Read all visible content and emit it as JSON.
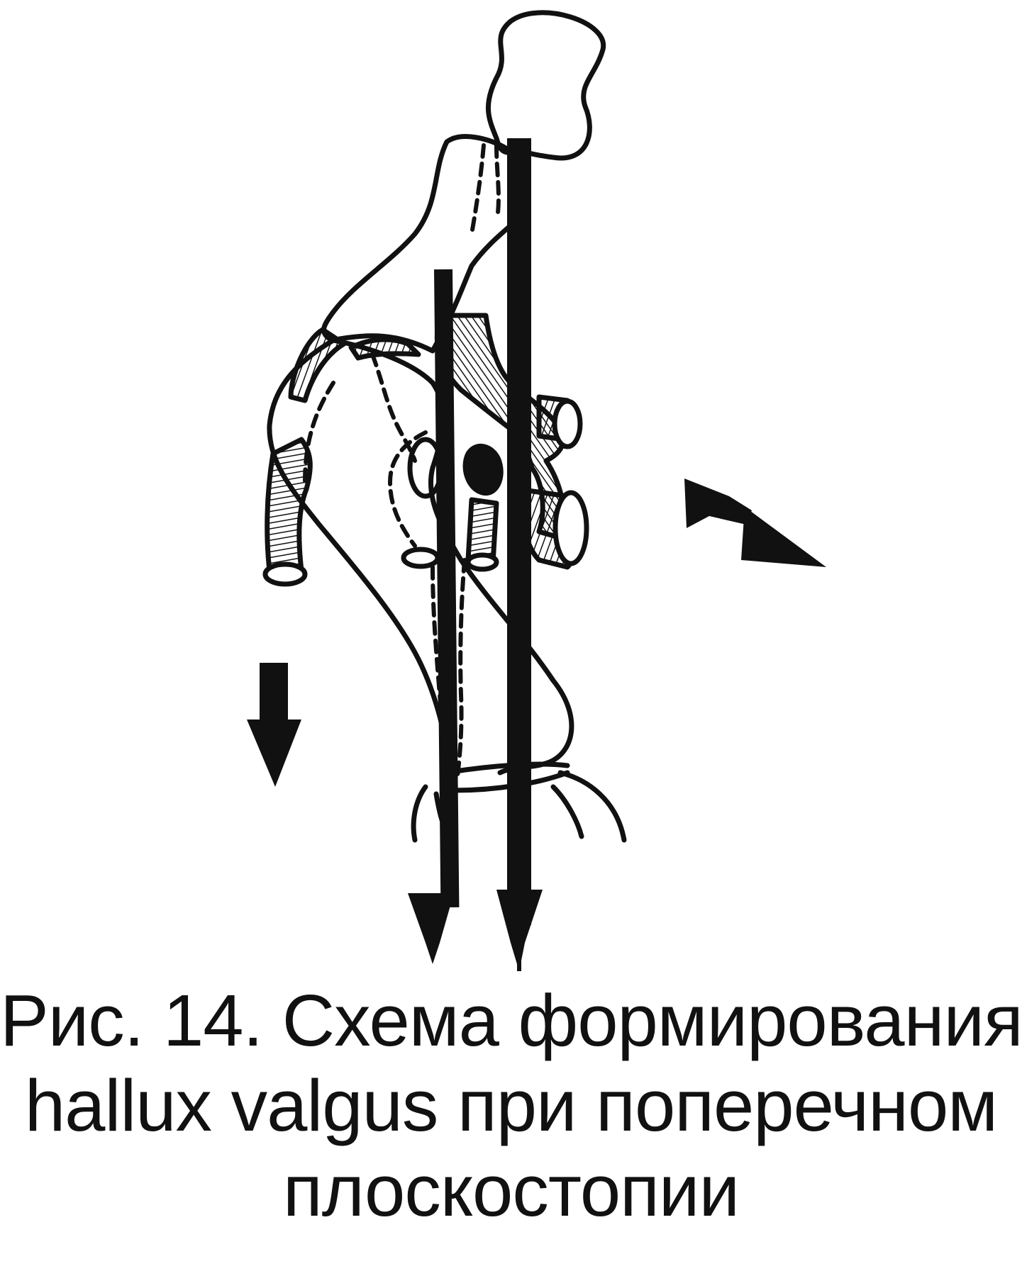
{
  "figure": {
    "caption_lines": [
      "Рис. 14. Схема формирования",
      "hallux valgus при поперечном",
      "плоскостопии"
    ],
    "colors": {
      "ink": "#111111",
      "background": "#ffffff"
    },
    "icons": [
      "arrow-down-icon",
      "arrow-down-right-icon"
    ]
  }
}
